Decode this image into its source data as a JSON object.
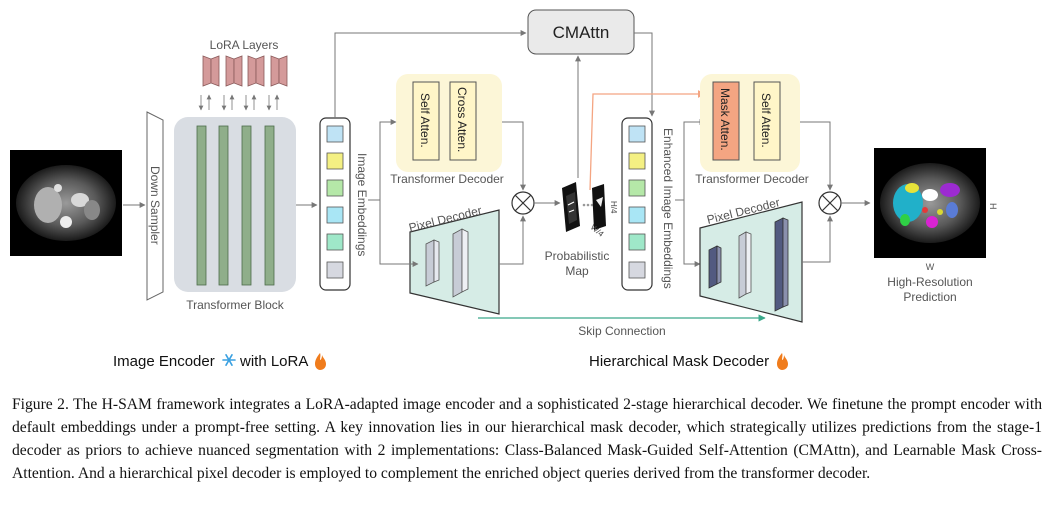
{
  "figure": {
    "lora_layers": "LoRA Layers",
    "down_sampler": "Down Sampler",
    "transformer_block": "Transformer Block",
    "image_embeddings": "Image Embeddings",
    "self_atten": "Self Atten.",
    "cross_atten": "Cross Atten.",
    "transformer_decoder_1": "Transformer Decoder",
    "pixel_decoder_1": "Pixel Decoder",
    "cmattn": "CMAttn",
    "probabilistic_map": "Probabilistic Map",
    "h4": "H/4",
    "w4": "W/4",
    "enhanced_image_embeddings": "Enhanced Image Embeddings",
    "mask_atten": "Mask Atten.",
    "self_atten_2": "Self Atten.",
    "transformer_decoder_2": "Transformer Decoder",
    "pixel_decoder_2": "Pixel Decoder",
    "skip_connection": "Skip Connection",
    "w_label": "W",
    "h_label": "H",
    "prediction_line1": "High-Resolution",
    "prediction_line2": "Prediction",
    "image_encoder_label": "Image Encoder",
    "with_lora": "with LoRA",
    "hierarchical_mask_decoder": "Hierarchical Mask Decoder",
    "colors": {
      "accent_orange": "#f4a582",
      "lora_pink": "#d49a9a",
      "transformer_green": "#8fae8a",
      "panel_gray": "#d9dde3",
      "yellow_panel": "#fcf6d7",
      "pixel_panel": "#d6ece6",
      "skip_teal": "#3aa88a"
    }
  },
  "caption": {
    "text": "Figure 2. The H-SAM framework integrates a LoRA-adapted image encoder and a sophisticated 2-stage hierarchical decoder. We finetune the prompt encoder with default embeddings under a prompt-free setting. A key innovation lies in our hierarchical mask decoder, which strategically utilizes predictions from the stage-1 decoder as priors to achieve nuanced segmentation with 2 implementations: Class-Balanced Mask-Guided Self-Attention (CMAttn), and Learnable Mask Cross-Attention. And a hierarchical pixel decoder is employed to complement the enriched object queries derived from the transformer decoder."
  }
}
